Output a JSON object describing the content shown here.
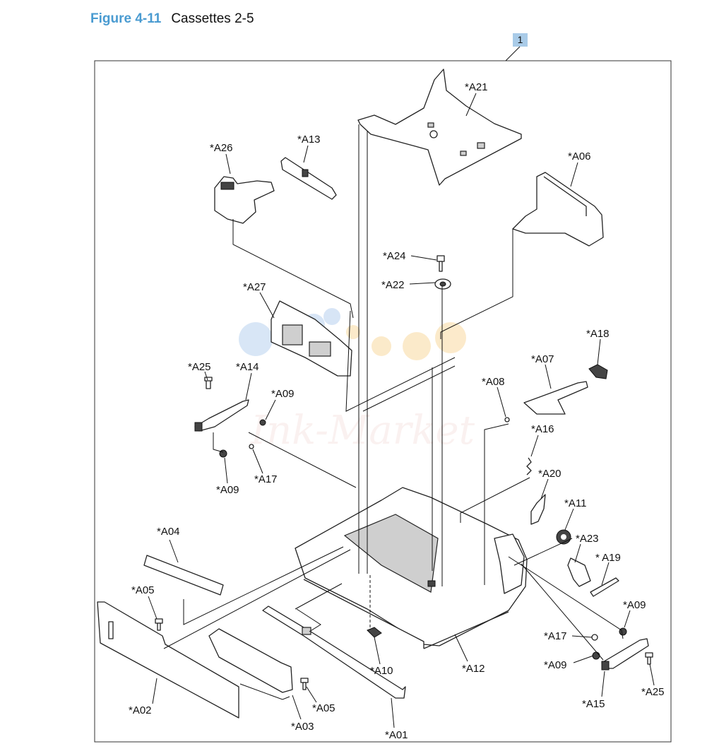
{
  "figure": {
    "number": "Figure 4-11",
    "caption": "Cassettes 2-5"
  },
  "item_badge": "1",
  "watermark": "Ink-Market",
  "callouts": {
    "a21": "*A21",
    "a26": "*A26",
    "a13": "*A13",
    "a06": "*A06",
    "a24": "*A24",
    "a22": "*A22",
    "a27": "*A27",
    "a18": "*A18",
    "a25_left": "*A25",
    "a14": "*A14",
    "a09_upper": "*A09",
    "a07": "*A07",
    "a08": "*A08",
    "a16": "*A16",
    "a09_left": "*A09",
    "a17_left": "*A17",
    "a20": "*A20",
    "a11": "*A11",
    "a04": "*A04",
    "a23": "*A23",
    "a19": "* A19",
    "a05_left": "*A05",
    "a09_right": "*A09",
    "a17_right": "*A17",
    "a09_right_lower": "*A09",
    "a10": "*A10",
    "a12": "*A12",
    "a25_right": "*A25",
    "a15": "*A15",
    "a02": "*A02",
    "a05_right": "*A05",
    "a03": "*A03",
    "a01": "*A01"
  }
}
